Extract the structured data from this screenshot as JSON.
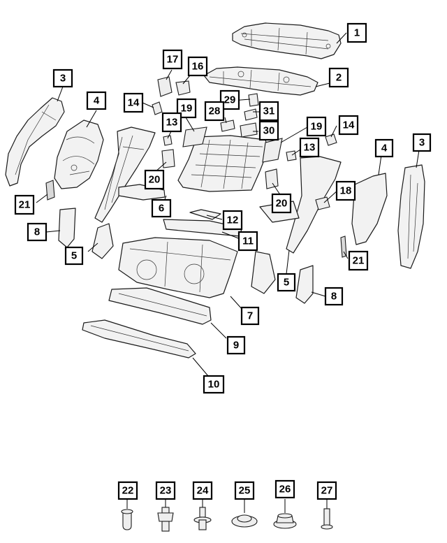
{
  "callouts": {
    "c1": "1",
    "c2": "2",
    "c3a": "3",
    "c3b": "3",
    "c4a": "4",
    "c4b": "4",
    "c5a": "5",
    "c5b": "5",
    "c6": "6",
    "c7": "7",
    "c8a": "8",
    "c8b": "8",
    "c9": "9",
    "c10": "10",
    "c11": "11",
    "c12": "12",
    "c13a": "13",
    "c13b": "13",
    "c14a": "14",
    "c14b": "14",
    "c16": "16",
    "c17": "17",
    "c18": "18",
    "c19a": "19",
    "c19b": "19",
    "c20a": "20",
    "c20b": "20",
    "c21a": "21",
    "c21b": "21",
    "c22": "22",
    "c23": "23",
    "c24": "24",
    "c25": "25",
    "c26": "26",
    "c27": "27",
    "c28": "28",
    "c29": "29",
    "c30": "30",
    "c31": "31"
  }
}
